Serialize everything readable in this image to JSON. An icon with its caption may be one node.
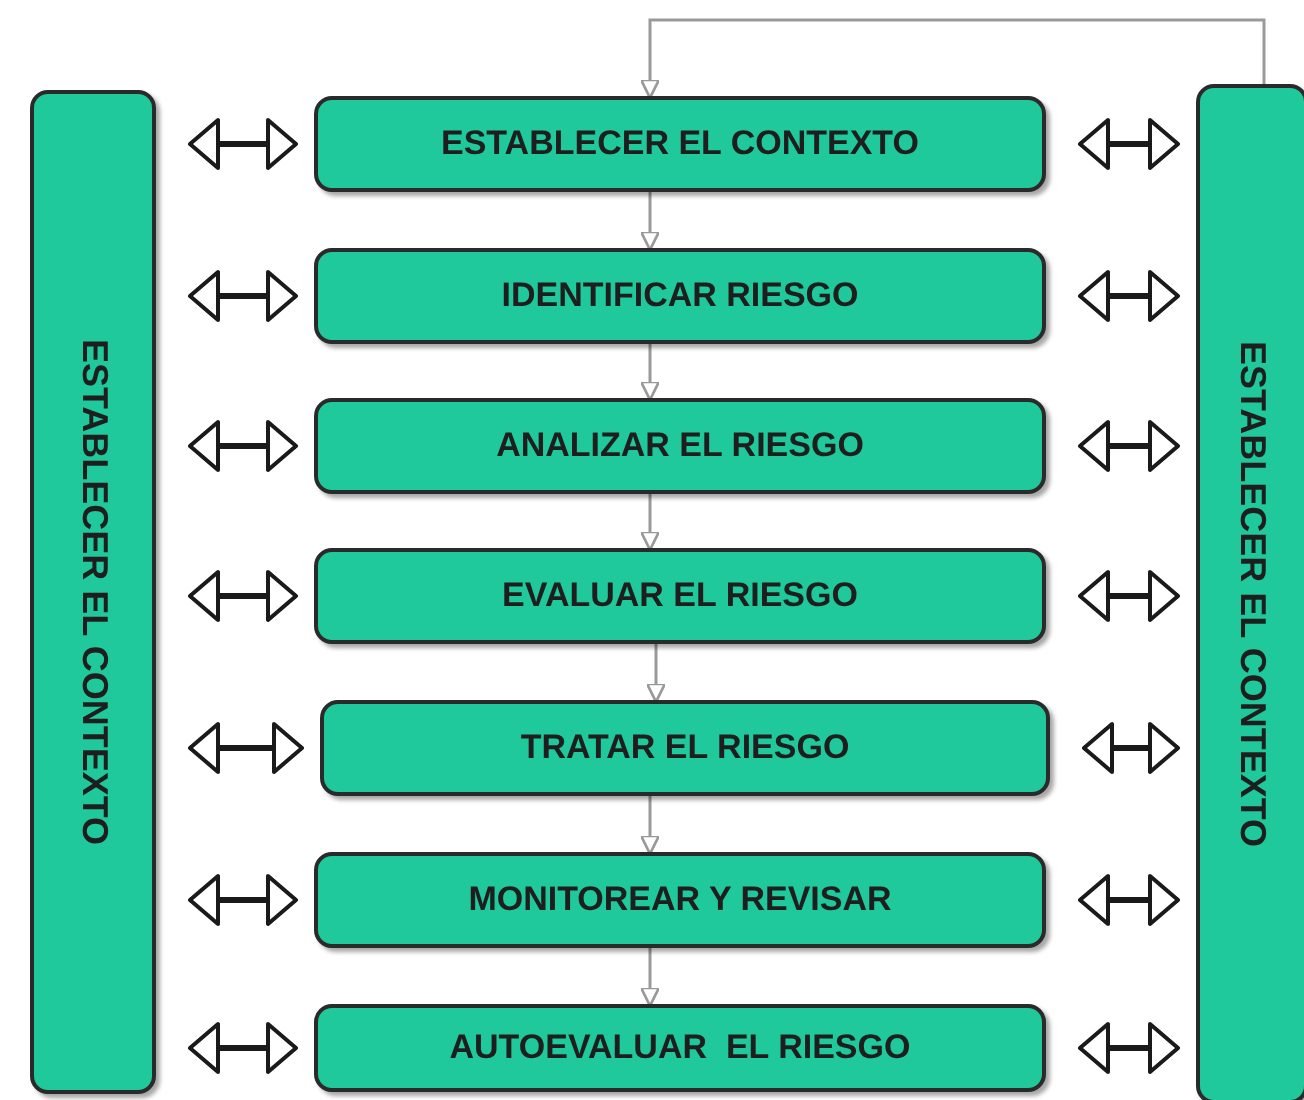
{
  "diagram": {
    "nodes": [
      {
        "text": [
          "ESTABLECER EL CONTEXTO"
        ]
      },
      {
        "text": [
          "ESTABLECER EL CONTEXTO"
        ]
      },
      {
        "text": [
          "IDENTIFICAR RIESGO"
        ]
      },
      {
        "text": [
          "ANALIZAR EL RIESGO"
        ]
      },
      {
        "text": [
          "EVALUAR EL RIESGO"
        ]
      },
      {
        "text": [
          "TRATAR EL RIESGO"
        ]
      },
      {
        "text": [
          "MONITOREAR Y REVISAR"
        ]
      },
      {
        "text": [
          "AUTOEVALUAR  EL RIESGO"
        ]
      },
      {
        "text": [
          "ESTABLECER EL CONTEXTO"
        ]
      }
    ],
    "edges": [
      {
        "from": 0,
        "to": 1,
        "arrow": "both"
      },
      {
        "from": 1,
        "to": 8,
        "arrow": "both"
      },
      {
        "from": 0,
        "to": 2,
        "arrow": "both"
      },
      {
        "from": 2,
        "to": 8,
        "arrow": "both"
      },
      {
        "from": 0,
        "to": 3,
        "arrow": "both"
      },
      {
        "from": 3,
        "to": 8,
        "arrow": "both"
      },
      {
        "from": 0,
        "to": 4,
        "arrow": "both"
      },
      {
        "from": 4,
        "to": 8,
        "arrow": "both"
      },
      {
        "from": 0,
        "to": 5,
        "arrow": "both"
      },
      {
        "from": 5,
        "to": 8,
        "arrow": "both"
      },
      {
        "from": 0,
        "to": 6,
        "arrow": "both"
      },
      {
        "from": 6,
        "to": 8,
        "arrow": "both"
      },
      {
        "from": 0,
        "to": 7,
        "arrow": "both"
      },
      {
        "from": 7,
        "to": 8,
        "arrow": "both"
      },
      {
        "from": 1,
        "to": 2,
        "arrow": "to",
        "color": "#9a9a9a"
      },
      {
        "from": 2,
        "to": 3,
        "arrow": "to",
        "color": "#9a9a9a"
      },
      {
        "from": 3,
        "to": 4,
        "arrow": "to",
        "color": "#9a9a9a"
      },
      {
        "from": 4,
        "to": 5,
        "arrow": "to",
        "color": "#9a9a9a"
      },
      {
        "from": 5,
        "to": 6,
        "arrow": "to",
        "color": "#9a9a9a"
      },
      {
        "from": 6,
        "to": 7,
        "arrow": "to",
        "color": "#9a9a9a"
      },
      {
        "from": 8,
        "to": 1,
        "arrow": "to",
        "color": "#9a9a9a"
      }
    ]
  }
}
